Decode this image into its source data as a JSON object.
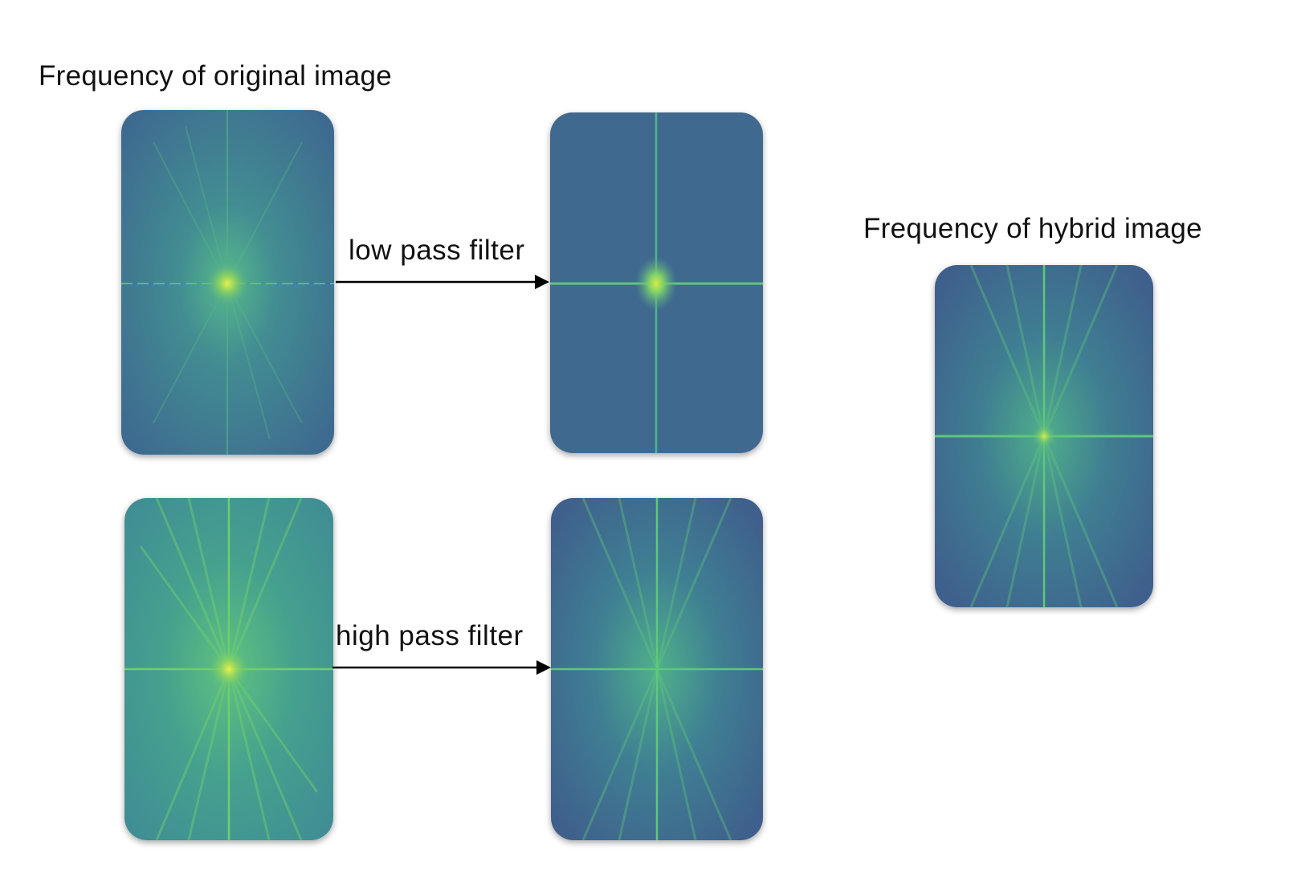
{
  "titles": {
    "original": "Frequency of original image",
    "hybrid": "Frequency of hybrid image"
  },
  "arrows": {
    "low": "low pass filter",
    "high": "high pass filter"
  },
  "icons": {
    "spectrum": "fourier-magnitude-spectrum",
    "arrow": "right-arrow"
  },
  "colors": {
    "dark_background": "#3f6990",
    "mid_background": "#3f8c95",
    "low_center": "#c8e84a",
    "streak": "#6fcf6a",
    "axis_line": "#5fc77a"
  }
}
